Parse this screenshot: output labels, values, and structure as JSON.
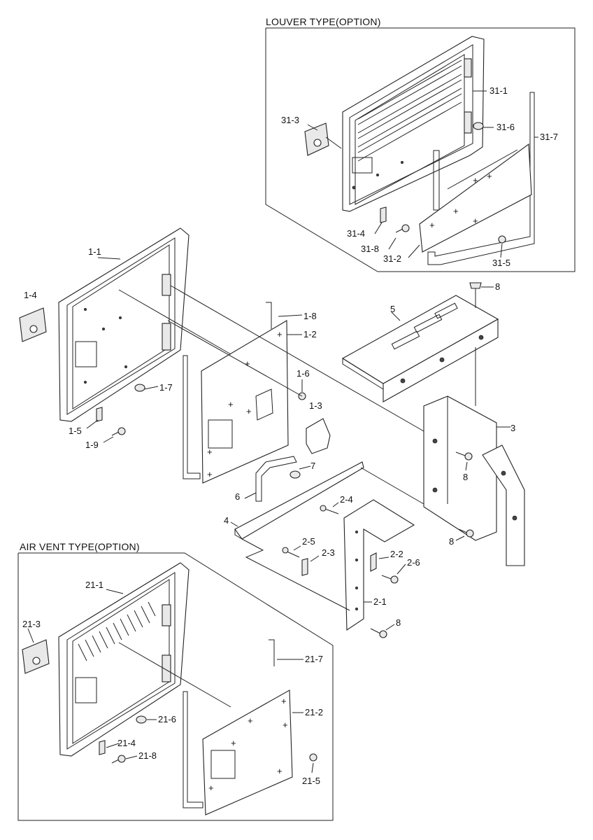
{
  "titles": {
    "louver": "LOUVER TYPE(OPTION)",
    "air_vent": "AIR VENT TYPE(OPTION)"
  },
  "labels": {
    "p31_1": "31-1",
    "p31_3": "31-3",
    "p31_6": "31-6",
    "p31_7": "31-7",
    "p31_4": "31-4",
    "p31_8": "31-8",
    "p31_2": "31-2",
    "p31_5": "31-5",
    "p1_1": "1-1",
    "p1_4": "1-4",
    "p1_8": "1-8",
    "p1_2": "1-2",
    "p1_6": "1-6",
    "p1_7": "1-7",
    "p1_3": "1-3",
    "p1_5": "1-5",
    "p1_9": "1-9",
    "p8_a": "8",
    "p5": "5",
    "p3": "3",
    "p8_b": "8",
    "p7": "7",
    "p6": "6",
    "p4": "4",
    "p2_4": "2-4",
    "p2_5": "2-5",
    "p2_3": "2-3",
    "p2_2": "2-2",
    "p2_6": "2-6",
    "p2_1": "2-1",
    "p8_c": "8",
    "p8_d": "8",
    "p21_1": "21-1",
    "p21_3": "21-3",
    "p21_7": "21-7",
    "p21_2": "21-2",
    "p21_6": "21-6",
    "p21_4": "21-4",
    "p21_8": "21-8",
    "p21_5": "21-5"
  }
}
